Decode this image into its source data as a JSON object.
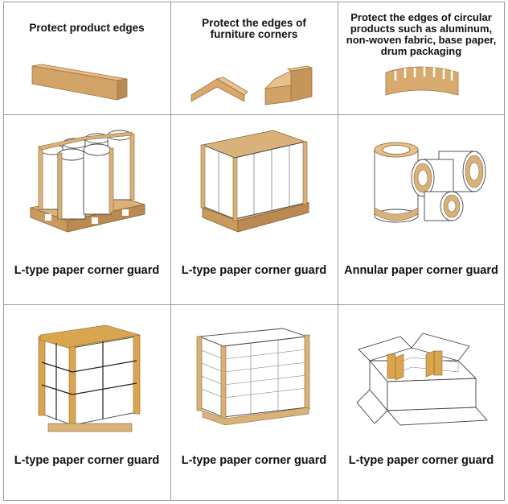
{
  "header": {
    "col1": "Protect product edges",
    "col2": [
      "Protect the edges of",
      "furniture corners"
    ],
    "col3": [
      "Protect the edges of circular",
      "products such as aluminum,",
      "non-woven fabric, base paper,",
      "drum packaging"
    ]
  },
  "row2_labels": [
    "L-type paper corner guard",
    "L-type paper corner guard",
    "Annular paper corner guard"
  ],
  "row3_labels": [
    "L-type paper corner guard",
    "L-type paper corner guard",
    "L-type paper corner guard"
  ],
  "colors": {
    "kraft": "#d9b27a",
    "kraft_dark": "#b8894e",
    "line": "#333333",
    "grid": "#9a9a9a"
  }
}
